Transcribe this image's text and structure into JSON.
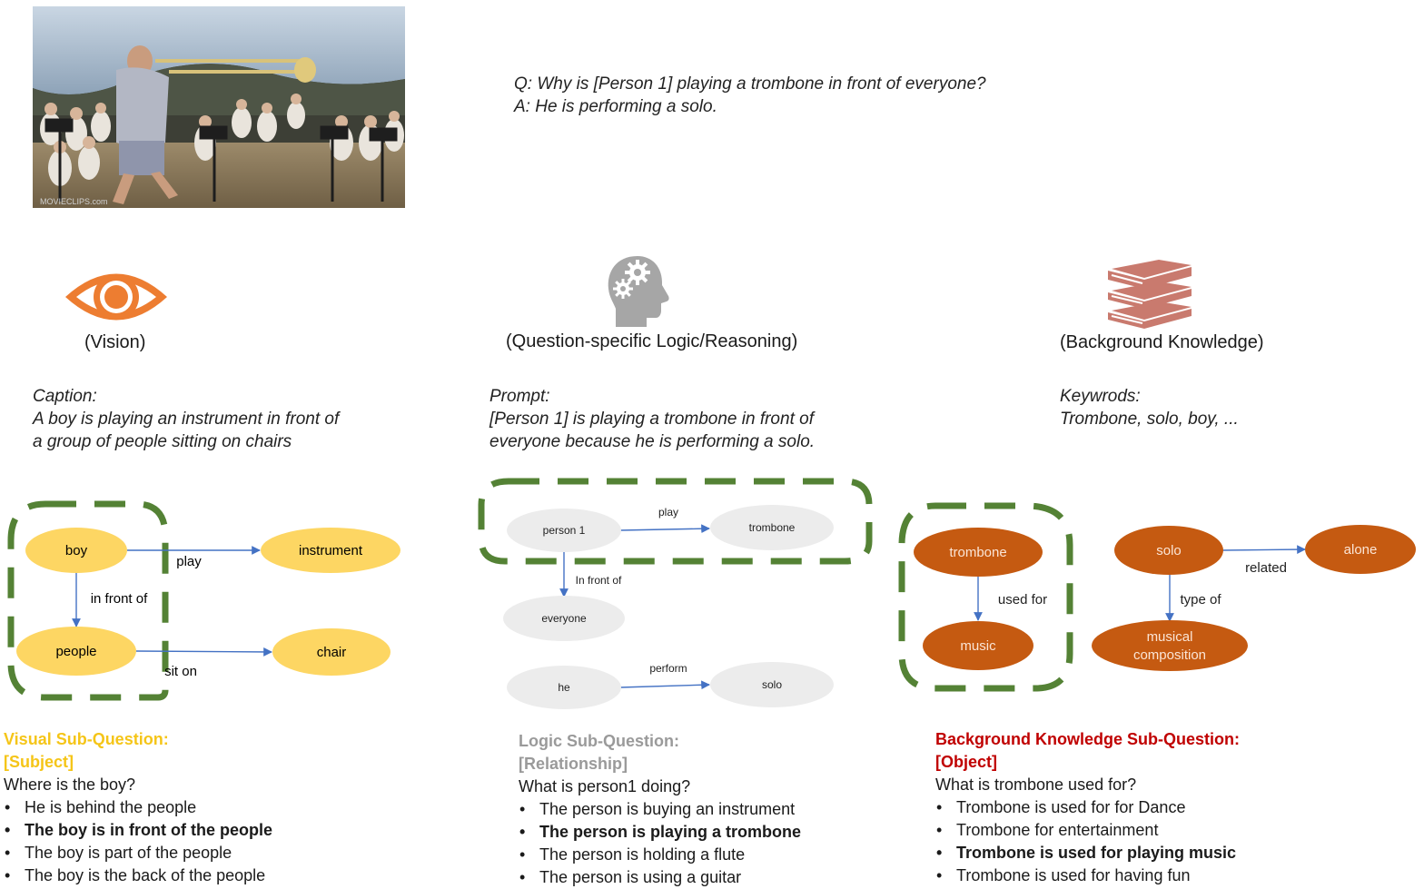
{
  "qa": {
    "question": "Q: Why is [Person 1] playing a trombone in front of everyone?",
    "answer": "A: He is performing a solo."
  },
  "image": {
    "watermark": "MOVIECLIPS.com"
  },
  "columns": {
    "vision": {
      "label": "(Vision)",
      "icon": "eye-icon",
      "heading": "Caption:",
      "lines": [
        "A boy is playing an instrument in front of",
        "a group of people sitting on chairs"
      ]
    },
    "logic": {
      "label": "(Question-specific Logic/Reasoning)",
      "icon": "head-gears-icon",
      "heading": "Prompt:",
      "lines": [
        "[Person 1] is playing a trombone in front of",
        "everyone because he is performing a solo."
      ]
    },
    "knowledge": {
      "label": "(Background Knowledge)",
      "icon": "books-icon",
      "heading": "Keywrods:",
      "lines": [
        "Trombone, solo, boy, ..."
      ]
    }
  },
  "graphs": {
    "vision": {
      "nodes": [
        "boy",
        "instrument",
        "people",
        "chair"
      ],
      "edges": [
        "play",
        "in front of",
        "sit on"
      ]
    },
    "logic": {
      "nodes": [
        "person 1",
        "trombone",
        "everyone",
        "he",
        "solo"
      ],
      "edges": [
        "play",
        "In front of",
        "perform"
      ]
    },
    "knowledge": {
      "nodes": [
        "trombone",
        "music",
        "solo",
        "alone",
        "musical",
        "composition"
      ],
      "edges": [
        "used for",
        "related",
        "type of"
      ]
    }
  },
  "subquestions": {
    "visual": {
      "title": "Visual Sub-Question:",
      "tag": "[Subject]",
      "question": "Where is the boy?",
      "options": [
        {
          "text": "He is behind the people",
          "correct": false
        },
        {
          "text": "The boy is in front of the people",
          "correct": true
        },
        {
          "text": "The boy is part of the people",
          "correct": false
        },
        {
          "text": "The boy is the back of the people",
          "correct": false
        }
      ]
    },
    "logic": {
      "title": "Logic Sub-Question:",
      "tag": "[Relationship]",
      "question": "What is person1 doing?",
      "options": [
        {
          "text": "The person is buying an instrument",
          "correct": false
        },
        {
          "text": "The person is playing a trombone",
          "correct": true
        },
        {
          "text": "The person is holding a flute",
          "correct": false
        },
        {
          "text": "The person is using a guitar",
          "correct": false
        }
      ]
    },
    "knowledge": {
      "title": "Background Knowledge Sub-Question:",
      "tag": "[Object]",
      "question": "What is trombone used for?",
      "options": [
        {
          "text": "Trombone is used for for Dance",
          "correct": false
        },
        {
          "text": "Trombone for entertainment",
          "correct": false
        },
        {
          "text": "Trombone is used for playing music",
          "correct": true
        },
        {
          "text": "Trombone is used for having fun",
          "correct": false
        }
      ]
    }
  },
  "colors": {
    "vision_accent": "#f5c518",
    "vision_node": "#fdd663",
    "logic_accent": "#9a9a9a",
    "logic_node": "#ececec",
    "knowledge_accent": "#c00000",
    "knowledge_node": "#c55a11",
    "eye": "#ed7d31",
    "books": "#c97a6e",
    "dash_box": "#548235",
    "arrow": "#4472c4"
  }
}
